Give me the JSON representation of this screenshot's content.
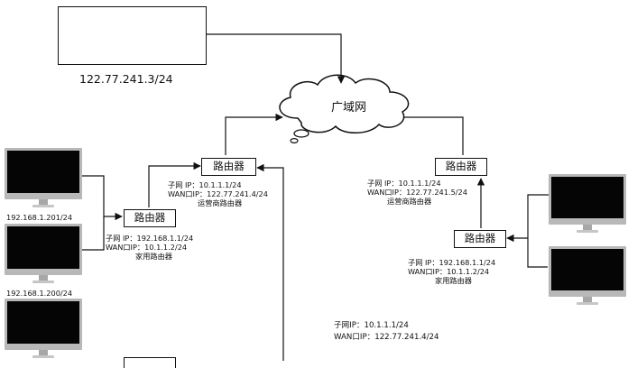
{
  "top_box_ip": "122.77.241.3/24",
  "wan_cloud": "广域网",
  "router_label": "路由器",
  "pc_ips": [
    "192.168.1.201/24",
    "192.168.1.200/24"
  ],
  "router_home_left": {
    "lines": [
      "子网 IP：192.168.1.1/24",
      "WAN口IP：10.1.1.2/24",
      "家用路由器"
    ]
  },
  "router_isp_left": {
    "lines": [
      "子网 IP：10.1.1.1/24",
      "WAN口IP：122.77.241.4/24",
      "运营商路由器"
    ]
  },
  "router_isp_right": {
    "lines": [
      "子网 IP：10.1.1.1/24",
      "WAN口IP：122.77.241.5/24",
      "运营商路由器"
    ]
  },
  "router_home_right": {
    "lines": [
      "子网 IP：192.168.1.1/24",
      "WAN口IP：10.1.1.2/24",
      "家用路由器"
    ]
  },
  "bottom_note": {
    "lines": [
      "子网IP：10.1.1.1/24",
      "WAN口IP：122.77.241.4/24"
    ]
  }
}
